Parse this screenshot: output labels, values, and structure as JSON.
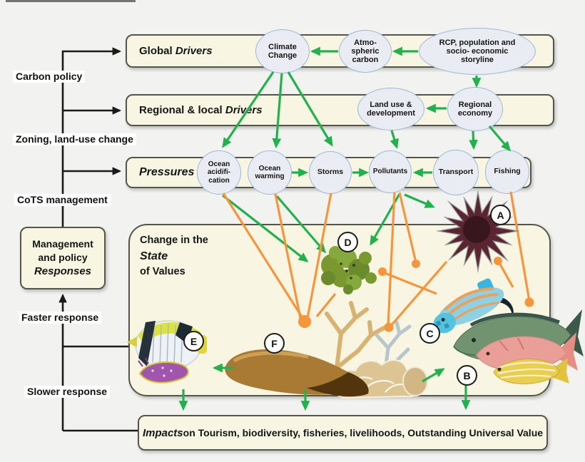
{
  "colors": {
    "background": "#f2f2f0",
    "box_fill": "#f8f6e2",
    "box_border": "#55554c",
    "ellipse_fill": "#e9ecf2",
    "ellipse_border": "#9cb8d4",
    "arrow_green": "#22b14c",
    "arrow_orange": "#f7953d",
    "line_black": "#1a1a1a"
  },
  "left_rail": {
    "carbon_policy": "Carbon policy",
    "zoning": "Zoning, land-use change",
    "cots": "CoTS management",
    "faster": "Faster response",
    "slower": "Slower response"
  },
  "responses_box": {
    "line1": "Management",
    "line2": "and policy",
    "line3": "Responses"
  },
  "rows": {
    "global_prefix": "Global ",
    "global_italic": "Drivers",
    "regional_prefix": "Regional & local ",
    "regional_italic": "Drivers",
    "pressures_italic": "Pressures"
  },
  "ellipses": {
    "climate": "Climate\nChange",
    "atmo": "Atmo-\nspheric\ncarbon",
    "rcp": "RCP, population and\nsocio- economic\nstoryline",
    "landuse": "Land use &\ndevelopment",
    "regecon": "Regional\neconomy"
  },
  "pressures": {
    "acid": "Ocean\nacidifi-\ncation",
    "warming": "Ocean\nwarming",
    "storms": "Storms",
    "pollutants": "Pollutants",
    "transport": "Transport",
    "fishing": "Fishing"
  },
  "state_box": {
    "line1": "Change in the",
    "line2": "State",
    "line3": "of Values"
  },
  "impacts": {
    "italic": "Impacts",
    "rest": " on Tourism, biodiversity, fisheries, livelihoods, Outstanding Universal Value"
  },
  "markers": {
    "a": "A",
    "b": "B",
    "c": "C",
    "d": "D",
    "e": "E",
    "f": "F"
  }
}
